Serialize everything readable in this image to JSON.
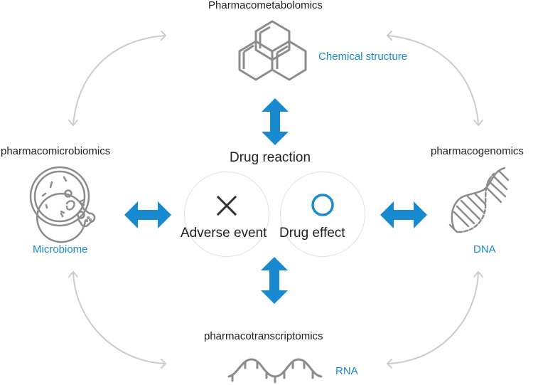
{
  "colors": {
    "accent": "#1a8ad0",
    "icon_gray": "#8c8c8c",
    "curve_gray": "#cccccc",
    "circle_border": "#e0e0e0",
    "text": "#222222"
  },
  "center": {
    "title": "Drug reaction",
    "adverse": {
      "label": "Adverse event",
      "icon": "x-mark-icon"
    },
    "effect": {
      "label": "Drug effect",
      "icon": "circle-o-icon"
    }
  },
  "nodes": {
    "top": {
      "title": "Pharmacometabolomics",
      "subtitle": "Chemical structure",
      "icon": "chemical-structure-icon"
    },
    "left": {
      "title": "pharmacomicrobiomics",
      "subtitle": "Microbiome",
      "icon": "microbiome-icon"
    },
    "right": {
      "title": "pharmacogenomics",
      "subtitle": "DNA",
      "icon": "dna-icon"
    },
    "bottom": {
      "title": "pharmacotranscriptomics",
      "subtitle": "RNA",
      "icon": "rna-icon"
    }
  }
}
